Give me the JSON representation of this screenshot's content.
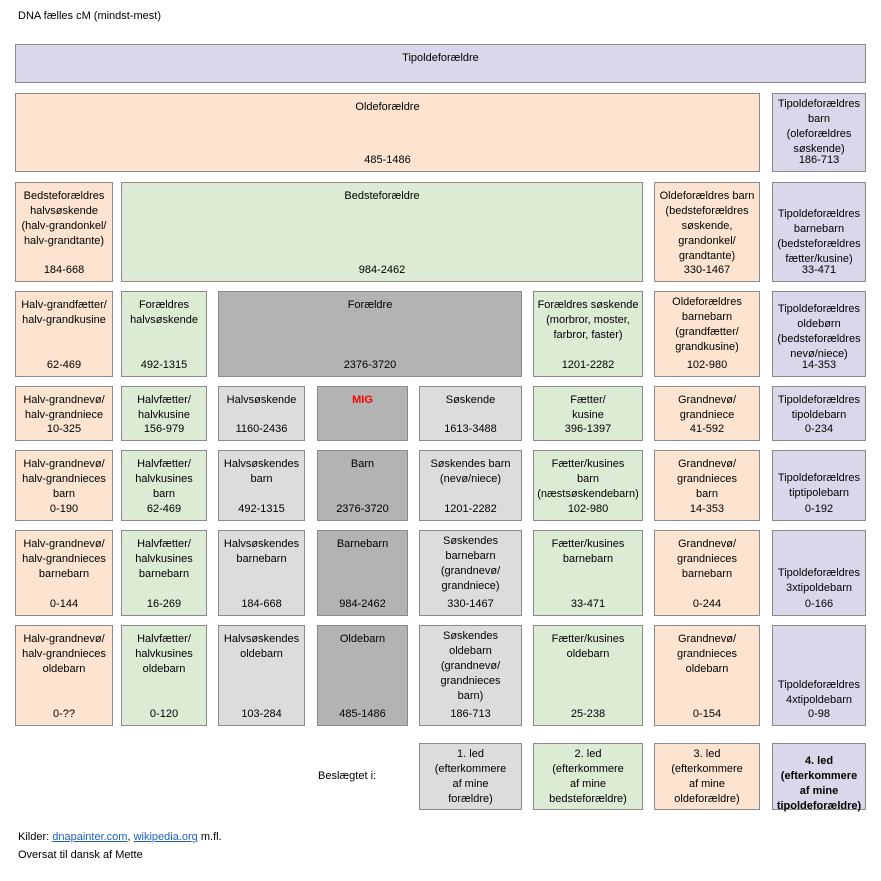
{
  "title": "DNA fælles cM (mindst-mest)",
  "cells": {
    "tipoldeforaeldre": {
      "label": "Tipoldeforældre",
      "value": ""
    },
    "oldeforaeldre": {
      "label": "Oldeforældre",
      "value": "485-1486"
    },
    "tipold_barn": {
      "label": "Tipoldeforældres\nbarn\n(oleforældres\nsøskende)",
      "value": "186-713"
    },
    "bedste_halv": {
      "label": "Bedsteforældres\nhalvsøskende\n(halv-grandonkel/\nhalv-grandtante)",
      "value": "184-668"
    },
    "bedsteforaeldre": {
      "label": "Bedsteforældre",
      "value": "984-2462"
    },
    "olde_barn": {
      "label": "Oldeforældres barn\n(bedsteforældres\nsøskende,\ngrandonkel/\ngrandtante)",
      "value": "330-1467"
    },
    "tipold_barnebarn": {
      "label": "Tipoldeforældres\nbarnebarn\n(bedsteforældres\nfætter/kusine)",
      "value": "33-471"
    },
    "halv_grandfaetter": {
      "label": "Halv-grandfætter/\nhalv-grandkusine",
      "value": "62-469"
    },
    "foraeldres_halv": {
      "label": "Forældres\nhalvsøskende",
      "value": "492-1315"
    },
    "foraeldre": {
      "label": "Forældre",
      "value": "2376-3720"
    },
    "foraeldres_soeskende": {
      "label": "Forældres søskende\n(morbror, moster,\nfarbror, faster)",
      "value": "1201-2282"
    },
    "olde_barnebarn": {
      "label": "Oldeforældres\nbarnebarn\n(grandfætter/\ngrandkusine)",
      "value": "102-980"
    },
    "tipold_oldebarn": {
      "label": "Tipoldeforældres\noldebørn\n(bedsteforældres\nnevø/niece)",
      "value": "14-353"
    },
    "r4_c1": {
      "label": "Halv-grandnevø/\nhalv-grandniece",
      "value": "10-325"
    },
    "r4_c2": {
      "label": "Halvfætter/\nhalvkusine",
      "value": "156-979"
    },
    "r4_c3": {
      "label": "Halvsøskende",
      "value": "1160-2436"
    },
    "r4_c4": {
      "label": "MIG",
      "value": ""
    },
    "r4_c5": {
      "label": "Søskende",
      "value": "1613-3488"
    },
    "r4_c6": {
      "label": "Fætter/\nkusine",
      "value": "396-1397"
    },
    "r4_c7": {
      "label": "Grandnevø/\ngrandniece",
      "value": "41-592"
    },
    "r4_c8": {
      "label": "Tipoldeforældres\ntipoldebarn",
      "value": "0-234"
    },
    "r5_c1": {
      "label": "Halv-grandnevø/\nhalv-grandnieces\nbarn",
      "value": "0-190"
    },
    "r5_c2": {
      "label": "Halvfætter/\nhalvkusines\nbarn",
      "value": "62-469"
    },
    "r5_c3": {
      "label": "Halvsøskendes\nbarn",
      "value": "492-1315"
    },
    "r5_c4": {
      "label": "Barn",
      "value": "2376-3720"
    },
    "r5_c5": {
      "label": "Søskendes barn\n(nevø/niece)",
      "value": "1201-2282"
    },
    "r5_c6": {
      "label": "Fætter/kusines\nbarn\n(næstsøskendebarn)",
      "value": "102-980"
    },
    "r5_c7": {
      "label": "Grandnevø/\ngrandnieces\nbarn",
      "value": "14-353"
    },
    "r5_c8": {
      "label": "Tipoldeforældres\ntiptipolebarn",
      "value": "0-192"
    },
    "r6_c1": {
      "label": "Halv-grandnevø/\nhalv-grandnieces\nbarnebarn",
      "value": "0-144"
    },
    "r6_c2": {
      "label": "Halvfætter/\nhalvkusines\nbarnebarn",
      "value": "16-269"
    },
    "r6_c3": {
      "label": "Halvsøskendes\nbarnebarn",
      "value": "184-668"
    },
    "r6_c4": {
      "label": "Barnebarn",
      "value": "984-2462"
    },
    "r6_c5": {
      "label": "Søskendes\nbarnebarn\n(grandnevø/\ngrandniece)",
      "value": "330-1467"
    },
    "r6_c6": {
      "label": "Fætter/kusines\nbarnebarn",
      "value": "33-471"
    },
    "r6_c7": {
      "label": "Grandnevø/\ngrandnieces\nbarnebarn",
      "value": "0-244"
    },
    "r6_c8": {
      "label": "Tipoldeforældres\n3xtipoldebarn",
      "value": "0-166"
    },
    "r7_c1": {
      "label": "Halv-grandnevø/\nhalv-grandnieces\noldebarn",
      "value": "0-??"
    },
    "r7_c2": {
      "label": "Halvfætter/\nhalvkusines\noldebarn",
      "value": "0-120"
    },
    "r7_c3": {
      "label": "Halvsøskendes\noldebarn",
      "value": "103-284"
    },
    "r7_c4": {
      "label": "Oldebarn",
      "value": "485-1486"
    },
    "r7_c5": {
      "label": "Søskendes\noldebarn\n(grandnevø/\ngrandnieces\nbarn)",
      "value": "186-713"
    },
    "r7_c6": {
      "label": "Fætter/kusines\noldebarn",
      "value": "25-238"
    },
    "r7_c7": {
      "label": "Grandnevø/\ngrandnieces\noldebarn",
      "value": "0-154"
    },
    "r7_c8": {
      "label": "Tipoldeforældres\n4xtipoldebarn",
      "value": "0-98"
    }
  },
  "legend": {
    "label": "Beslægtet i:",
    "items": [
      {
        "label": "1. led\n(efterkommere\naf mine\nforældre)"
      },
      {
        "label": "2. led\n(efterkommere\naf mine\nbedsteforældre)"
      },
      {
        "label": "3. led\n(efterkommere\naf mine\noldeforældre)"
      },
      {
        "label": "4. led\n(efterkommere\naf mine\ntipoldeforældre)"
      }
    ]
  },
  "footer": {
    "sources_prefix": "Kilder:",
    "link1": "dnapainter.com",
    "sep": ",",
    "link2": "wikipedia.org",
    "suffix": "m.fl.",
    "translated": "Oversat til dansk af Mette"
  },
  "colors": {
    "purple": "#dcd6ea",
    "peach": "#fce4d0",
    "green": "#dcebd4",
    "light_gray": "#dcdcdc",
    "dark_gray": "#b3b3b3",
    "mig_red": "#ff0000",
    "link_blue": "#1f5fbf"
  }
}
